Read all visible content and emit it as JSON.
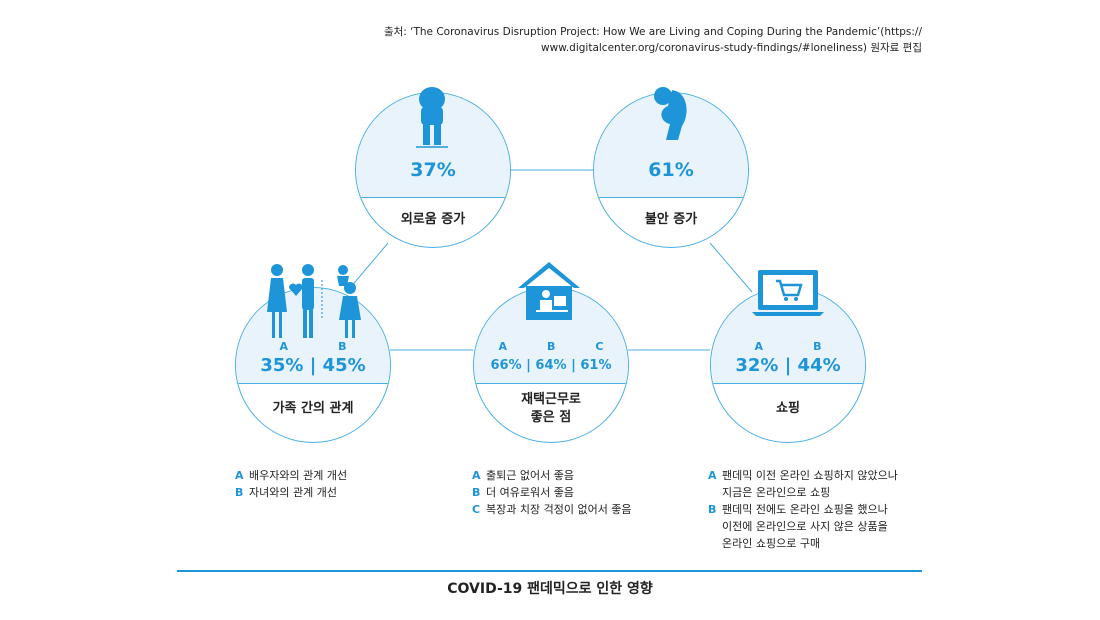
{
  "source": {
    "line1": "출처: ‘The Coronavirus Disruption Project: How We are Living and Coping During the Pandemic’(https://",
    "line2": "www.digitalcenter.org/coronavirus-study-findings/#loneliness) 원자료 편집"
  },
  "colors": {
    "accent": "#1e95d8",
    "fill": "#e8f3fc",
    "border": "#4aaee6"
  },
  "nodes": {
    "loneliness": {
      "value": "37%",
      "label": "외로움 증가",
      "icon": "sad-person-icon"
    },
    "anxiety": {
      "value": "61%",
      "label": "불안 증가",
      "icon": "crouching-person-icon"
    },
    "family": {
      "keys": [
        "A",
        "B"
      ],
      "value": "35% | 45%",
      "label": "가족 간의 관계",
      "icon": "family-icon"
    },
    "remote": {
      "keys": [
        "A",
        "B",
        "C"
      ],
      "value": "66% | 64% | 61%",
      "label1": "재택근무로",
      "label2": "좋은 점",
      "icon": "home-office-icon"
    },
    "shopping": {
      "keys": [
        "A",
        "B"
      ],
      "value": "32% | 44%",
      "label": "쇼핑",
      "icon": "laptop-cart-icon"
    }
  },
  "legends": {
    "family": [
      {
        "key": "A",
        "text": "배우자와의 관계 개선"
      },
      {
        "key": "B",
        "text": "자녀와의 관계 개선"
      }
    ],
    "remote": [
      {
        "key": "A",
        "text": "출퇴근 없어서 좋음"
      },
      {
        "key": "B",
        "text": "더 여유로워서 좋음"
      },
      {
        "key": "C",
        "text": "복장과 치장 걱정이 없어서 좋음"
      }
    ],
    "shopping": [
      {
        "key": "A",
        "lines": [
          "팬데믹 이전 온라인 쇼핑하지 않았으나",
          "지금은 온라인으로 쇼핑"
        ]
      },
      {
        "key": "B",
        "lines": [
          "팬데믹 전에도 온라인 쇼핑을 했으나",
          "이전에 온라인으로 사지 않은 상품을",
          "온라인 쇼핑으로 구매"
        ]
      }
    ]
  },
  "footer": {
    "title": "COVID-19 팬데믹으로 인한 영향"
  }
}
